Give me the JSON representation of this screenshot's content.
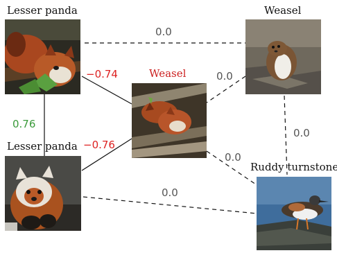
{
  "nodes": {
    "lesser_panda_top": {
      "label": "Lesser panda",
      "subject": "red panda on a tree branch",
      "label_color": "#111111"
    },
    "weasel_right": {
      "label": "Weasel",
      "subject": "weasel on rocks",
      "label_color": "#111111"
    },
    "weasel_center": {
      "label": "Weasel",
      "subject": "red panda curled up among logs",
      "label_color": "#cc2222"
    },
    "lesser_panda_bottom": {
      "label": "Lesser panda",
      "subject": "red panda cub",
      "label_color": "#111111"
    },
    "ruddy_turnstone": {
      "label": "Ruddy turnstone",
      "subject": "ruddy turnstone bird on a rock by water",
      "label_color": "#111111"
    }
  },
  "edges": {
    "panda_top_to_weasel_right": {
      "value": "0.0",
      "style": "dashed",
      "color": "#555555"
    },
    "panda_top_to_center": {
      "value": "−0.74",
      "style": "solid",
      "color": "#dd2222"
    },
    "weasel_right_to_center": {
      "value": "0.0",
      "style": "dashed",
      "color": "#555555"
    },
    "panda_top_to_panda_bottom": {
      "value": "0.76",
      "style": "solid",
      "color": "#3a9a3a"
    },
    "panda_bottom_to_center": {
      "value": "−0.76",
      "style": "solid",
      "color": "#dd2222"
    },
    "weasel_right_to_turnstone": {
      "value": "0.0",
      "style": "dashed",
      "color": "#555555"
    },
    "center_to_turnstone": {
      "value": "0.0",
      "style": "dashed",
      "color": "#555555"
    },
    "panda_bottom_to_turnstone": {
      "value": "0.0",
      "style": "dashed",
      "color": "#555555"
    }
  }
}
